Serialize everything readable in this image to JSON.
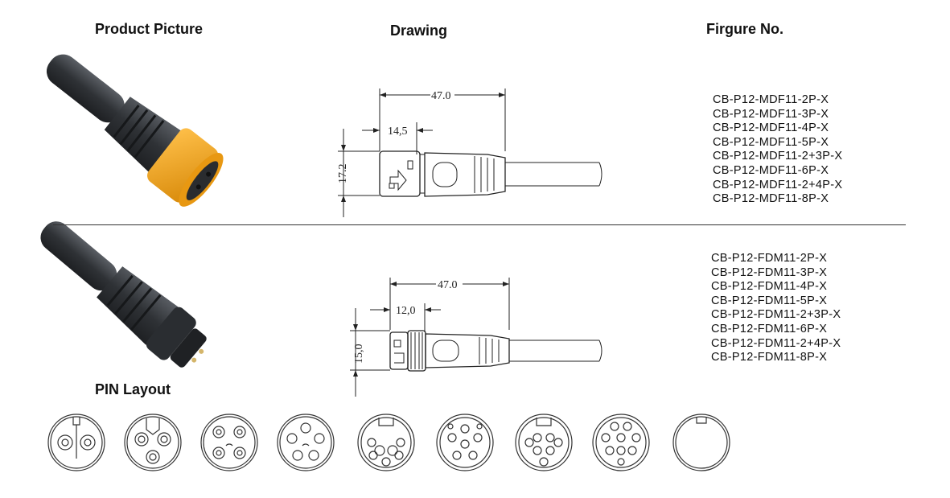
{
  "headers": {
    "product_picture": "Product Picture",
    "drawing": "Drawing",
    "figure_no": "Firgure No.",
    "pin_layout": "PIN Layout"
  },
  "female": {
    "length": "47.0",
    "head": "14,5",
    "diameter": "17.2",
    "models": [
      "CB-P12-MDF11-2P-X",
      "CB-P12-MDF11-3P-X",
      "CB-P12-MDF11-4P-X",
      "CB-P12-MDF11-5P-X",
      "CB-P12-MDF11-2+3P-X",
      "CB-P12-MDF11-6P-X",
      "CB-P12-MDF11-2+4P-X",
      "CB-P12-MDF11-8P-X"
    ]
  },
  "male": {
    "length": "47.0",
    "head": "12,0",
    "diameter": "15,0",
    "models": [
      "CB-P12-FDM11-2P-X",
      "CB-P12-FDM11-3P-X",
      "CB-P12-FDM11-4P-X",
      "CB-P12-FDM11-5P-X",
      "CB-P12-FDM11-2+3P-X",
      "CB-P12-FDM11-6P-X",
      "CB-P12-FDM11-2+4P-X",
      "CB-P12-FDM11-8P-X"
    ]
  },
  "colors": {
    "cable": "#3a3d42",
    "coupling": "#f2a31b",
    "line": "#222222"
  }
}
